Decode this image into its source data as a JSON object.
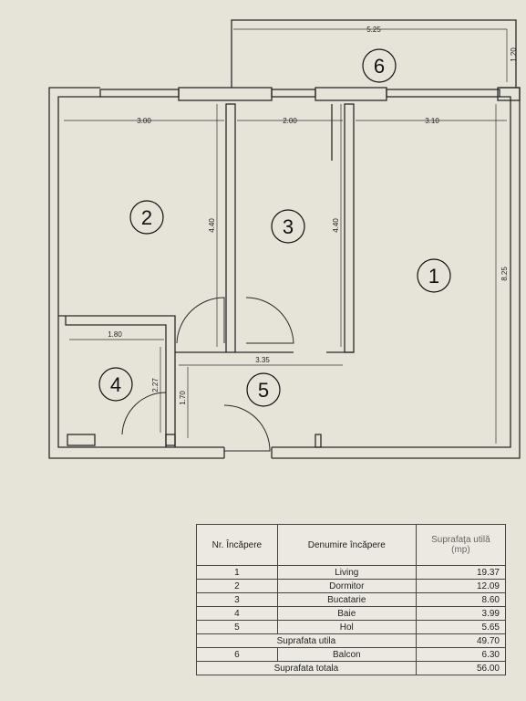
{
  "rooms": [
    {
      "num": "1",
      "name": "Living",
      "area": "19.37"
    },
    {
      "num": "2",
      "name": "Dormitor",
      "area": "12.09"
    },
    {
      "num": "3",
      "name": "Bucatarie",
      "area": "8.60"
    },
    {
      "num": "4",
      "name": "Baie",
      "area": "3.99"
    },
    {
      "num": "5",
      "name": "Hol",
      "area": "5.65"
    }
  ],
  "balcony": {
    "num": "6",
    "name": "Balcon",
    "area": "6.30"
  },
  "labels": {
    "room1": "1",
    "room2": "2",
    "room3": "3",
    "room4": "4",
    "room5": "5",
    "room6": "6"
  },
  "dimensions": {
    "balcony_width": "5.25",
    "balcony_depth": "1.20",
    "room2_width": "3.00",
    "room3_width": "2.00",
    "room1_width": "3.10",
    "room2_depth": "4.40",
    "room3_depth": "4.40",
    "room1_depth": "8.25",
    "bath_width": "1.80",
    "bath_depth": "2.27",
    "hall_width": "3.35",
    "hall_depth": "1.70"
  },
  "table": {
    "header_nr": "Nr. Încăpere",
    "header_name": "Denumire încăpere",
    "header_area": "Suprafaţa utilă (mp)",
    "useful_label": "Suprafata utila",
    "useful_value": "49.70",
    "total_label": "Suprafata totala",
    "total_value": "56.00"
  },
  "colors": {
    "paper": "#e6e3d9",
    "lines": "#2a2a2a"
  }
}
